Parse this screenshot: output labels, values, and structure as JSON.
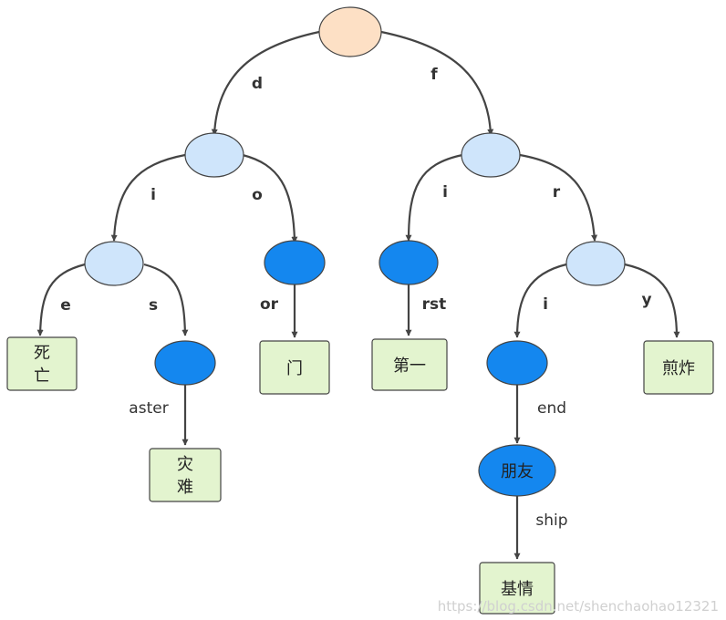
{
  "colors": {
    "root_fill": "#fde0c5",
    "internal_fill": "#cfe5fb",
    "terminal_fill": "#1487ef",
    "leaf_fill": "#e3f4cf",
    "stroke": "#444444"
  },
  "nodes": {
    "root": "",
    "n_d": "",
    "n_f": "",
    "n_di": "",
    "n_do": "",
    "n_fi": "",
    "n_fr": "",
    "n_ds": "",
    "n_fri": "",
    "leaf_die": [
      "死",
      "亡"
    ],
    "leaf_door": "门",
    "leaf_first": "第一",
    "leaf_fry": "煎炸",
    "leaf_disaster": [
      "灾",
      "难"
    ],
    "leaf_friend": "朋友",
    "leaf_friendship": "基情"
  },
  "edge_labels": {
    "d": "d",
    "f": "f",
    "d_i": "i",
    "d_o": "o",
    "f_i": "i",
    "f_r": "r",
    "di_e": "e",
    "di_s": "s",
    "do_or": "or",
    "fi_rst": "rst",
    "fr_i": "i",
    "fr_y": "y",
    "ds_aster": "aster",
    "fri_end": "end",
    "friend_ship": "ship"
  },
  "watermark": "https://blog.csdn.net/shenchaohao12321"
}
